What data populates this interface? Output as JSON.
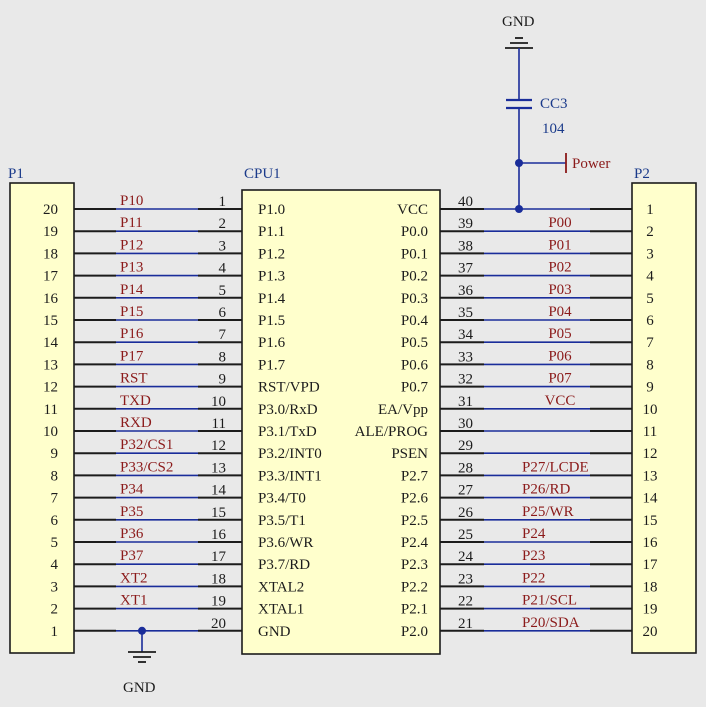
{
  "colors": {
    "background": "#e9e9e9",
    "chip_fill": "#ffffcc",
    "pin_line": "#1c1c1c",
    "wire": "#1a2d9a",
    "net_label": "#8b1a1a",
    "designator": "#1a3a8a",
    "pin_text": "#1c1c1c"
  },
  "designators": {
    "p1": "P1",
    "p2": "P2",
    "cpu": "CPU1",
    "capacitor": "CC3",
    "capacitor_value": "104"
  },
  "power": {
    "gnd_top": "GND",
    "gnd_bottom": "GND",
    "power_port": "Power"
  },
  "cpu_left": [
    {
      "num": "1",
      "name": "P1.0"
    },
    {
      "num": "2",
      "name": "P1.1"
    },
    {
      "num": "3",
      "name": "P1.2"
    },
    {
      "num": "4",
      "name": "P1.3"
    },
    {
      "num": "5",
      "name": "P1.4"
    },
    {
      "num": "6",
      "name": "P1.5"
    },
    {
      "num": "7",
      "name": "P1.6"
    },
    {
      "num": "8",
      "name": "P1.7"
    },
    {
      "num": "9",
      "name": "RST/VPD"
    },
    {
      "num": "10",
      "name": "P3.0/RxD"
    },
    {
      "num": "11",
      "name": "P3.1/TxD"
    },
    {
      "num": "12",
      "name": "P3.2/INT0"
    },
    {
      "num": "13",
      "name": "P3.3/INT1"
    },
    {
      "num": "14",
      "name": "P3.4/T0"
    },
    {
      "num": "15",
      "name": "P3.5/T1"
    },
    {
      "num": "16",
      "name": "P3.6/WR"
    },
    {
      "num": "17",
      "name": "P3.7/RD"
    },
    {
      "num": "18",
      "name": "XTAL2"
    },
    {
      "num": "19",
      "name": "XTAL1"
    },
    {
      "num": "20",
      "name": "GND"
    }
  ],
  "cpu_right": [
    {
      "num": "40",
      "name": "VCC"
    },
    {
      "num": "39",
      "name": "P0.0"
    },
    {
      "num": "38",
      "name": "P0.1"
    },
    {
      "num": "37",
      "name": "P0.2"
    },
    {
      "num": "36",
      "name": "P0.3"
    },
    {
      "num": "35",
      "name": "P0.4"
    },
    {
      "num": "34",
      "name": "P0.5"
    },
    {
      "num": "33",
      "name": "P0.6"
    },
    {
      "num": "32",
      "name": "P0.7"
    },
    {
      "num": "31",
      "name": "EA/Vpp"
    },
    {
      "num": "30",
      "name": "ALE/PROG"
    },
    {
      "num": "29",
      "name": "PSEN"
    },
    {
      "num": "28",
      "name": "P2.7"
    },
    {
      "num": "27",
      "name": "P2.6"
    },
    {
      "num": "26",
      "name": "P2.5"
    },
    {
      "num": "25",
      "name": "P2.4"
    },
    {
      "num": "24",
      "name": "P2.3"
    },
    {
      "num": "23",
      "name": "P2.2"
    },
    {
      "num": "22",
      "name": "P2.1"
    },
    {
      "num": "21",
      "name": "P2.0"
    }
  ],
  "left_nets": [
    "P10",
    "P11",
    "P12",
    "P13",
    "P14",
    "P15",
    "P16",
    "P17",
    "RST",
    "TXD",
    "RXD",
    "P32/CS1",
    "P33/CS2",
    "P34",
    "P35",
    "P36",
    "P37",
    "XT2",
    "XT1",
    ""
  ],
  "right_nets": [
    "",
    "P00",
    "P01",
    "P02",
    "P03",
    "P04",
    "P05",
    "P06",
    "P07",
    "VCC",
    "",
    "",
    "P27/LCDE",
    "P26/RD",
    "P25/WR",
    "P24",
    "P23",
    "P22",
    "P21/SCL",
    "P20/SDA"
  ],
  "p1_pins": [
    "20",
    "19",
    "18",
    "17",
    "16",
    "15",
    "14",
    "13",
    "12",
    "11",
    "10",
    "9",
    "8",
    "7",
    "6",
    "5",
    "4",
    "3",
    "2",
    "1"
  ],
  "p2_pins": [
    "1",
    "2",
    "3",
    "4",
    "5",
    "6",
    "7",
    "8",
    "9",
    "10",
    "11",
    "12",
    "13",
    "14",
    "15",
    "16",
    "17",
    "18",
    "19",
    "20"
  ]
}
